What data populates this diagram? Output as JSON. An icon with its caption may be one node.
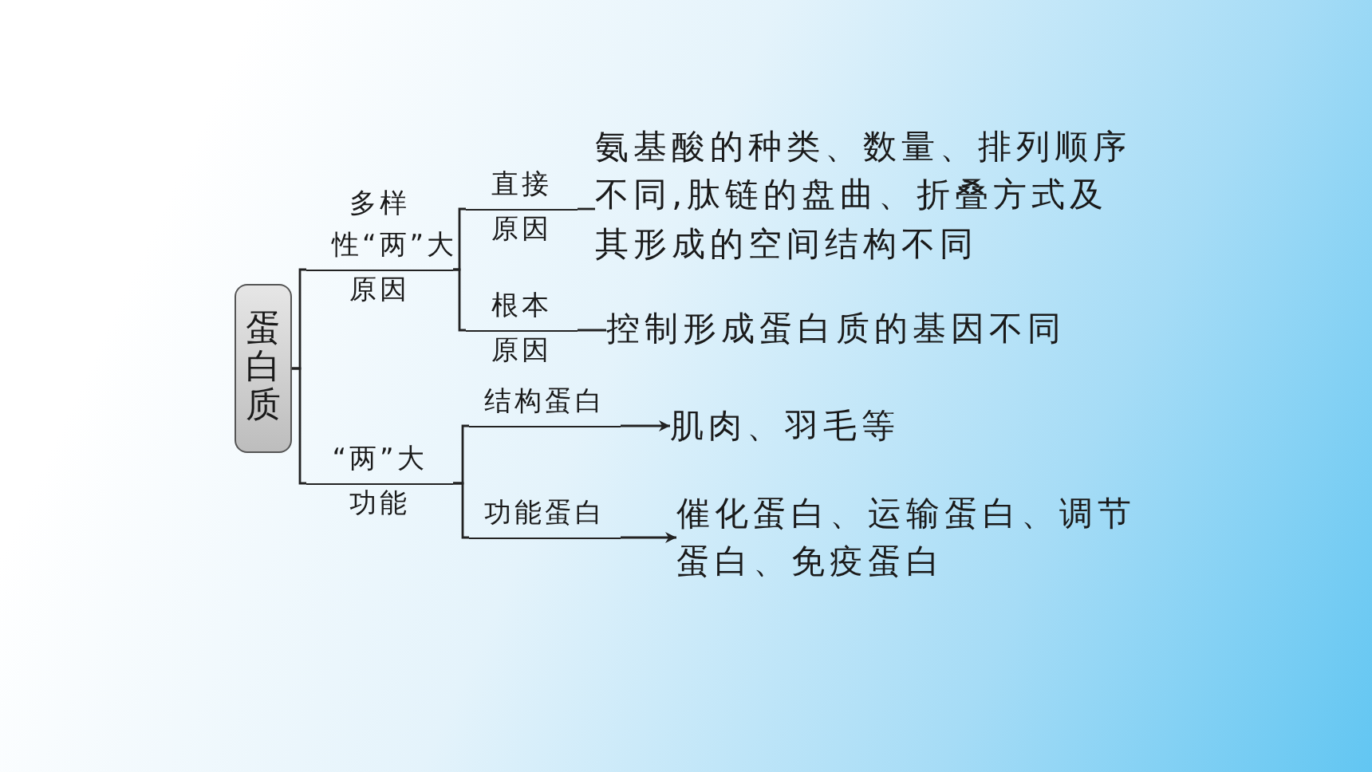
{
  "diagram": {
    "nodes": [
      {
        "text": [
          "蛋白质"
        ]
      },
      {
        "text": [
          "多样性“两”大",
          "原因"
        ]
      },
      {
        "text": [
          "直接",
          "原因"
        ]
      },
      {
        "text": [
          "氨基酸的种类、数量、排列顺序不同,肽链的盘曲、折叠方式及其形成的空间结构不同"
        ]
      },
      {
        "text": [
          "根本",
          "原因"
        ]
      },
      {
        "text": [
          "控制形成蛋白质的基因不同"
        ]
      },
      {
        "text": [
          "“两”大",
          "功能"
        ]
      },
      {
        "text": [
          "结构蛋白"
        ]
      },
      {
        "text": [
          "肌肉、羽毛等"
        ]
      },
      {
        "text": [
          "功能蛋白"
        ]
      },
      {
        "text": [
          "催化蛋白、运输蛋白、调节蛋白、免疫蛋白"
        ]
      }
    ],
    "edges": [
      {
        "from": 0,
        "to": 1,
        "arrow": "none"
      },
      {
        "from": 1,
        "to": 2,
        "arrow": "none"
      },
      {
        "from": 2,
        "to": 3,
        "arrow": "none"
      },
      {
        "from": 1,
        "to": 4,
        "arrow": "none"
      },
      {
        "from": 4,
        "to": 5,
        "arrow": "none"
      },
      {
        "from": 0,
        "to": 6,
        "arrow": "none"
      },
      {
        "from": 6,
        "to": 7,
        "arrow": "none"
      },
      {
        "from": 7,
        "to": 8,
        "arrow": "to"
      },
      {
        "from": 6,
        "to": 9,
        "arrow": "none"
      },
      {
        "from": 9,
        "to": 10,
        "arrow": "to"
      }
    ]
  }
}
